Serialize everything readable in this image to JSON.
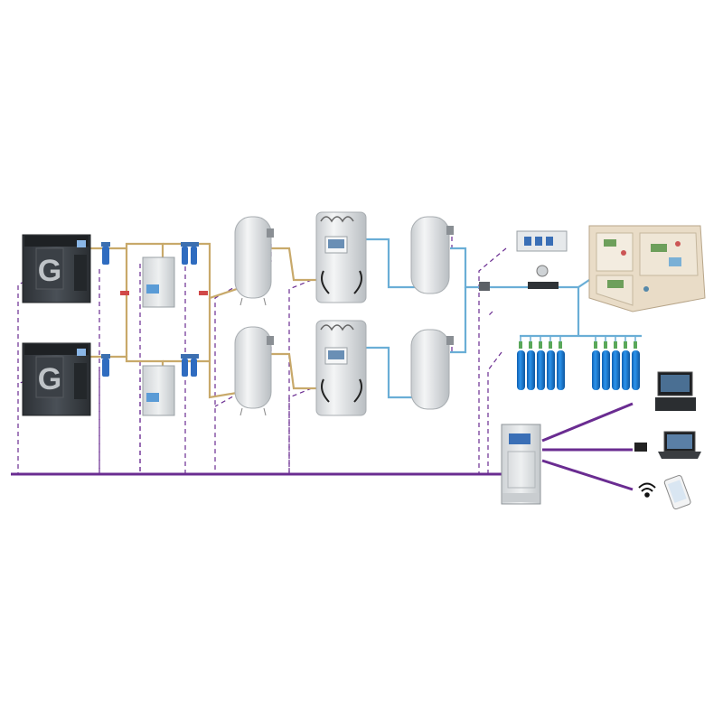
{
  "diagram": {
    "compressors": [
      {
        "id": "compressor-1",
        "badge": "G"
      },
      {
        "id": "compressor-2",
        "badge": "G"
      }
    ],
    "equipment_icons": [
      "air-compressor-icon",
      "precision-filter-icon",
      "refrigerated-dryer-icon",
      "air-receiver-tank-icon",
      "psa-oxygen-generator-icon",
      "oxygen-buffer-tank-icon",
      "control-panel-icon",
      "flow-meter-icon",
      "hospital-ward-icon",
      "oxygen-cylinder-icon",
      "plc-cabinet-icon",
      "computer-terminal-icon",
      "laptop-icon",
      "wifi-icon",
      "smartphone-icon"
    ],
    "colors": {
      "air_pipe": "#c8a96a",
      "oxygen_pipe": "#6aaed6",
      "signal_line": "#6a2c91",
      "control_dash": "#6a2c91",
      "equipment_gray": "#d9dcde",
      "cylinder_blue": "#1f7fd8",
      "compressor_dark": "#3a3f44"
    },
    "cylinder_groups": [
      {
        "count": 5
      },
      {
        "count": 5
      }
    ],
    "remote_devices": [
      "computer-terminal",
      "laptop",
      "smartphone"
    ]
  }
}
